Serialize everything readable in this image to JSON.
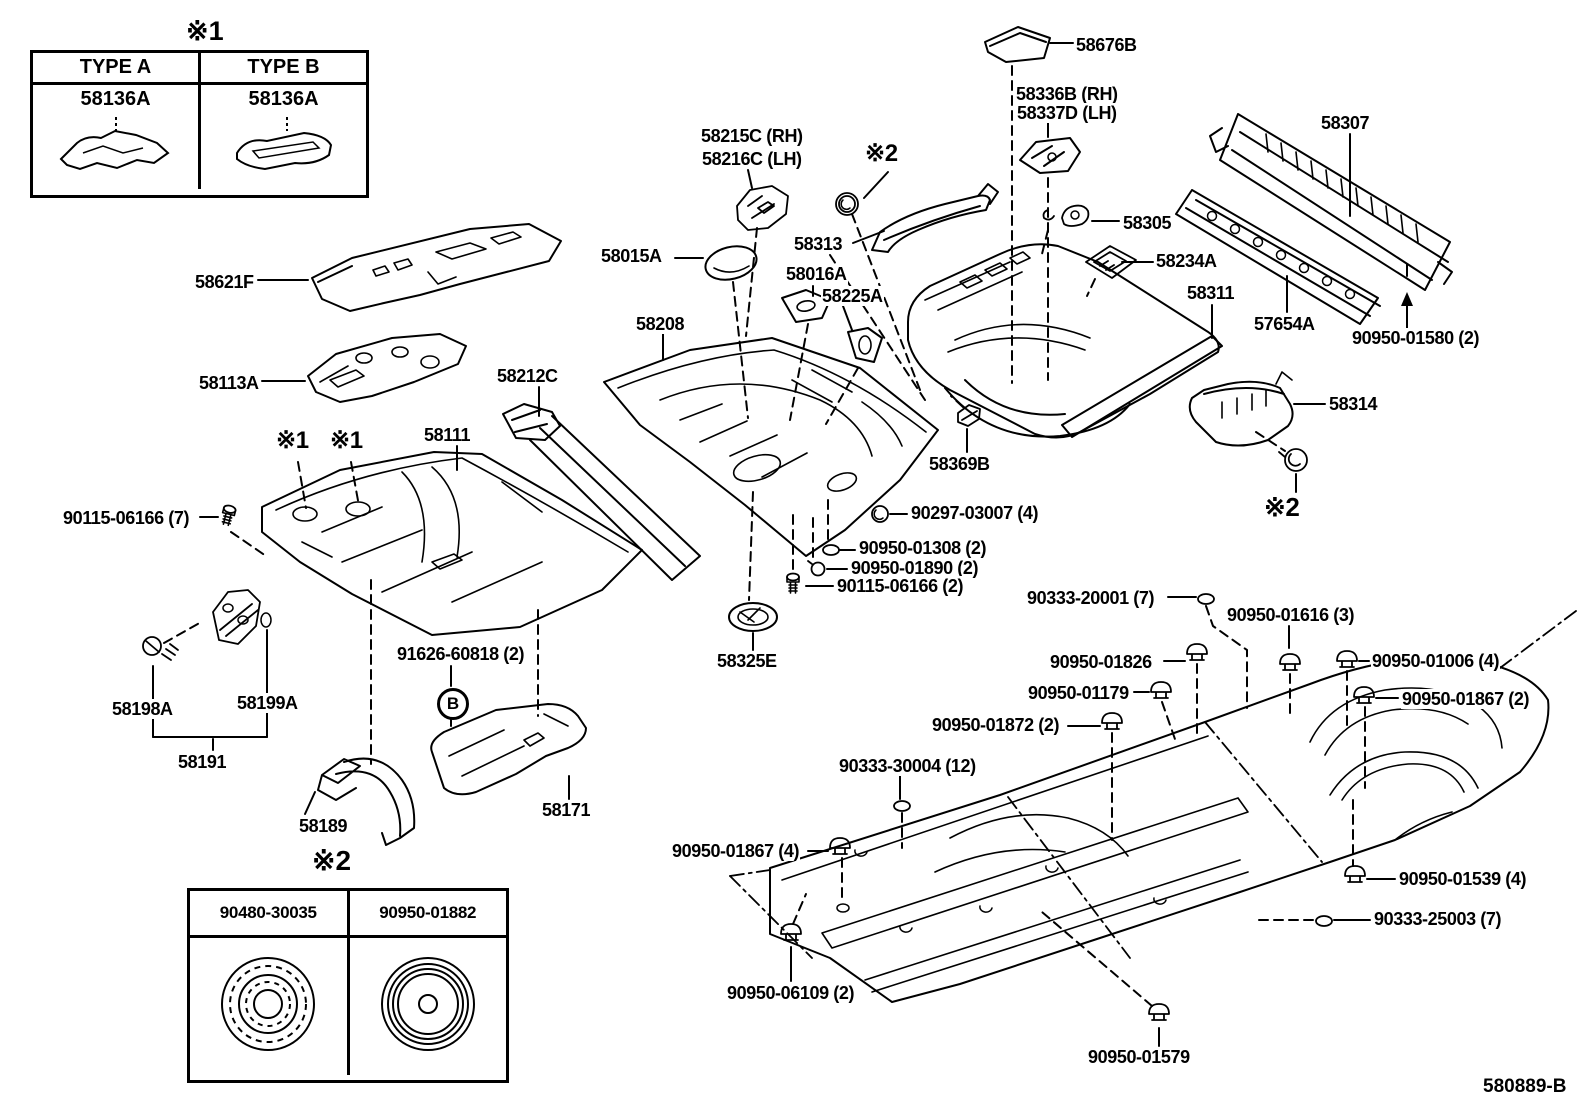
{
  "diagram": {
    "kind": "parts-catalog floor pan & lower back panel exploded view",
    "drawing_number": "580889-B",
    "line_color": "#000000",
    "background": "#ffffff"
  },
  "ref_table_1": {
    "title": "※1",
    "columns": [
      {
        "header": "TYPE A",
        "part": "58136A",
        "drawing": "clip-plate-type-a"
      },
      {
        "header": "TYPE B",
        "part": "58136A",
        "drawing": "clip-plate-type-b"
      }
    ]
  },
  "ref_table_2": {
    "title": "※2",
    "columns": [
      {
        "header": "90480-30035",
        "drawing": "grommet-dashed-rings"
      },
      {
        "header": "90950-01882",
        "drawing": "plug-solid-rings"
      }
    ]
  },
  "symbols": {
    "circled_b": "B"
  },
  "labels": [
    {
      "text": "58676B"
    },
    {
      "text": "58336B (RH)"
    },
    {
      "text": "58337D (LH)"
    },
    {
      "text": "58215C (RH)"
    },
    {
      "text": "58216C (LH)"
    },
    {
      "text": "※2"
    },
    {
      "text": "58307"
    },
    {
      "text": "58305"
    },
    {
      "text": "58313"
    },
    {
      "text": "58234A"
    },
    {
      "text": "58015A"
    },
    {
      "text": "58016A"
    },
    {
      "text": "58225A"
    },
    {
      "text": "58311"
    },
    {
      "text": "57654A"
    },
    {
      "text": "90950-01580 (2)"
    },
    {
      "text": "58621F"
    },
    {
      "text": "58208"
    },
    {
      "text": "58212C"
    },
    {
      "text": "58113A"
    },
    {
      "text": "58111"
    },
    {
      "text": "※1"
    },
    {
      "text": "※1"
    },
    {
      "text": "90115-06166 (7)"
    },
    {
      "text": "58369B"
    },
    {
      "text": "90297-03007 (4)"
    },
    {
      "text": "90950-01308 (2)"
    },
    {
      "text": "90950-01890 (2)"
    },
    {
      "text": "90115-06166 (2)"
    },
    {
      "text": "58314"
    },
    {
      "text": "※2"
    },
    {
      "text": "90333-20001 (7)"
    },
    {
      "text": "90950-01616 (3)"
    },
    {
      "text": "90950-01826"
    },
    {
      "text": "90950-01006 (4)"
    },
    {
      "text": "90950-01179"
    },
    {
      "text": "90950-01867 (2)"
    },
    {
      "text": "90950-01872 (2)"
    },
    {
      "text": "58325E"
    },
    {
      "text": "91626-60818 (2)"
    },
    {
      "text": "58198A"
    },
    {
      "text": "58199A"
    },
    {
      "text": "58191"
    },
    {
      "text": "90333-30004 (12)"
    },
    {
      "text": "58189"
    },
    {
      "text": "58171"
    },
    {
      "text": "90950-01867 (4)"
    },
    {
      "text": "90950-01539 (4)"
    },
    {
      "text": "90333-25003 (7)"
    },
    {
      "text": "90950-06109 (2)"
    },
    {
      "text": "90950-01579"
    },
    {
      "text": "580889-B"
    }
  ]
}
